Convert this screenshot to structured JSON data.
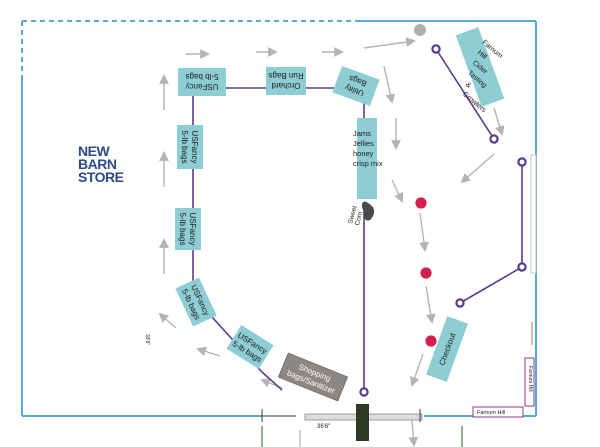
{
  "store_name": {
    "line1": "NEW",
    "line2": "BARN",
    "line3": "STORE"
  },
  "bins": {
    "top_left": {
      "line1": "USFancy",
      "line2": "5-lb bags"
    },
    "top_middle": {
      "line1": "Orchard",
      "line2": "Run Bags"
    },
    "top_right": {
      "line1": "Utility",
      "line2": "Bags"
    },
    "left_1": {
      "line1": "USFancy",
      "line2": "5-lb bags"
    },
    "left_2": {
      "line1": "USFancy",
      "line2": "5-lb bags"
    },
    "left_3": {
      "line1": "USFancy",
      "line2": "5-lb bags"
    },
    "bottom_left": {
      "line1": "USFancy",
      "line2": "5-lb bags"
    },
    "jams": {
      "line1": "Jams",
      "line2": "Jellies",
      "line3": "honey",
      "line4": "crisp mix"
    },
    "cider": {
      "line1": "Farnum",
      "line2": "Hill",
      "line3": "Cider",
      "line4": "Tasting",
      "line5": "&",
      "line6": "Growlers"
    },
    "checkout": {
      "label": "Checkout"
    }
  },
  "shopping_station": {
    "line1": "Shopping",
    "line2": "bags/Sanitizer"
  },
  "sweet_corn": {
    "line1": "Sweet",
    "line2": "Corn"
  },
  "dimension_side": "33'6\"",
  "dimension_bottom": "36'6\"",
  "sign_right": "Farnum Hill",
  "sign_bottom": "Farnum Hill",
  "colors": {
    "bin": "#8ecdd3",
    "station": "#8d8784",
    "rope": "#5b3a8e",
    "wall": "#5aa7d8",
    "flow_arrow": "#b4b4b4",
    "marker": "#d21f4e",
    "title": "#2f4a8a"
  }
}
